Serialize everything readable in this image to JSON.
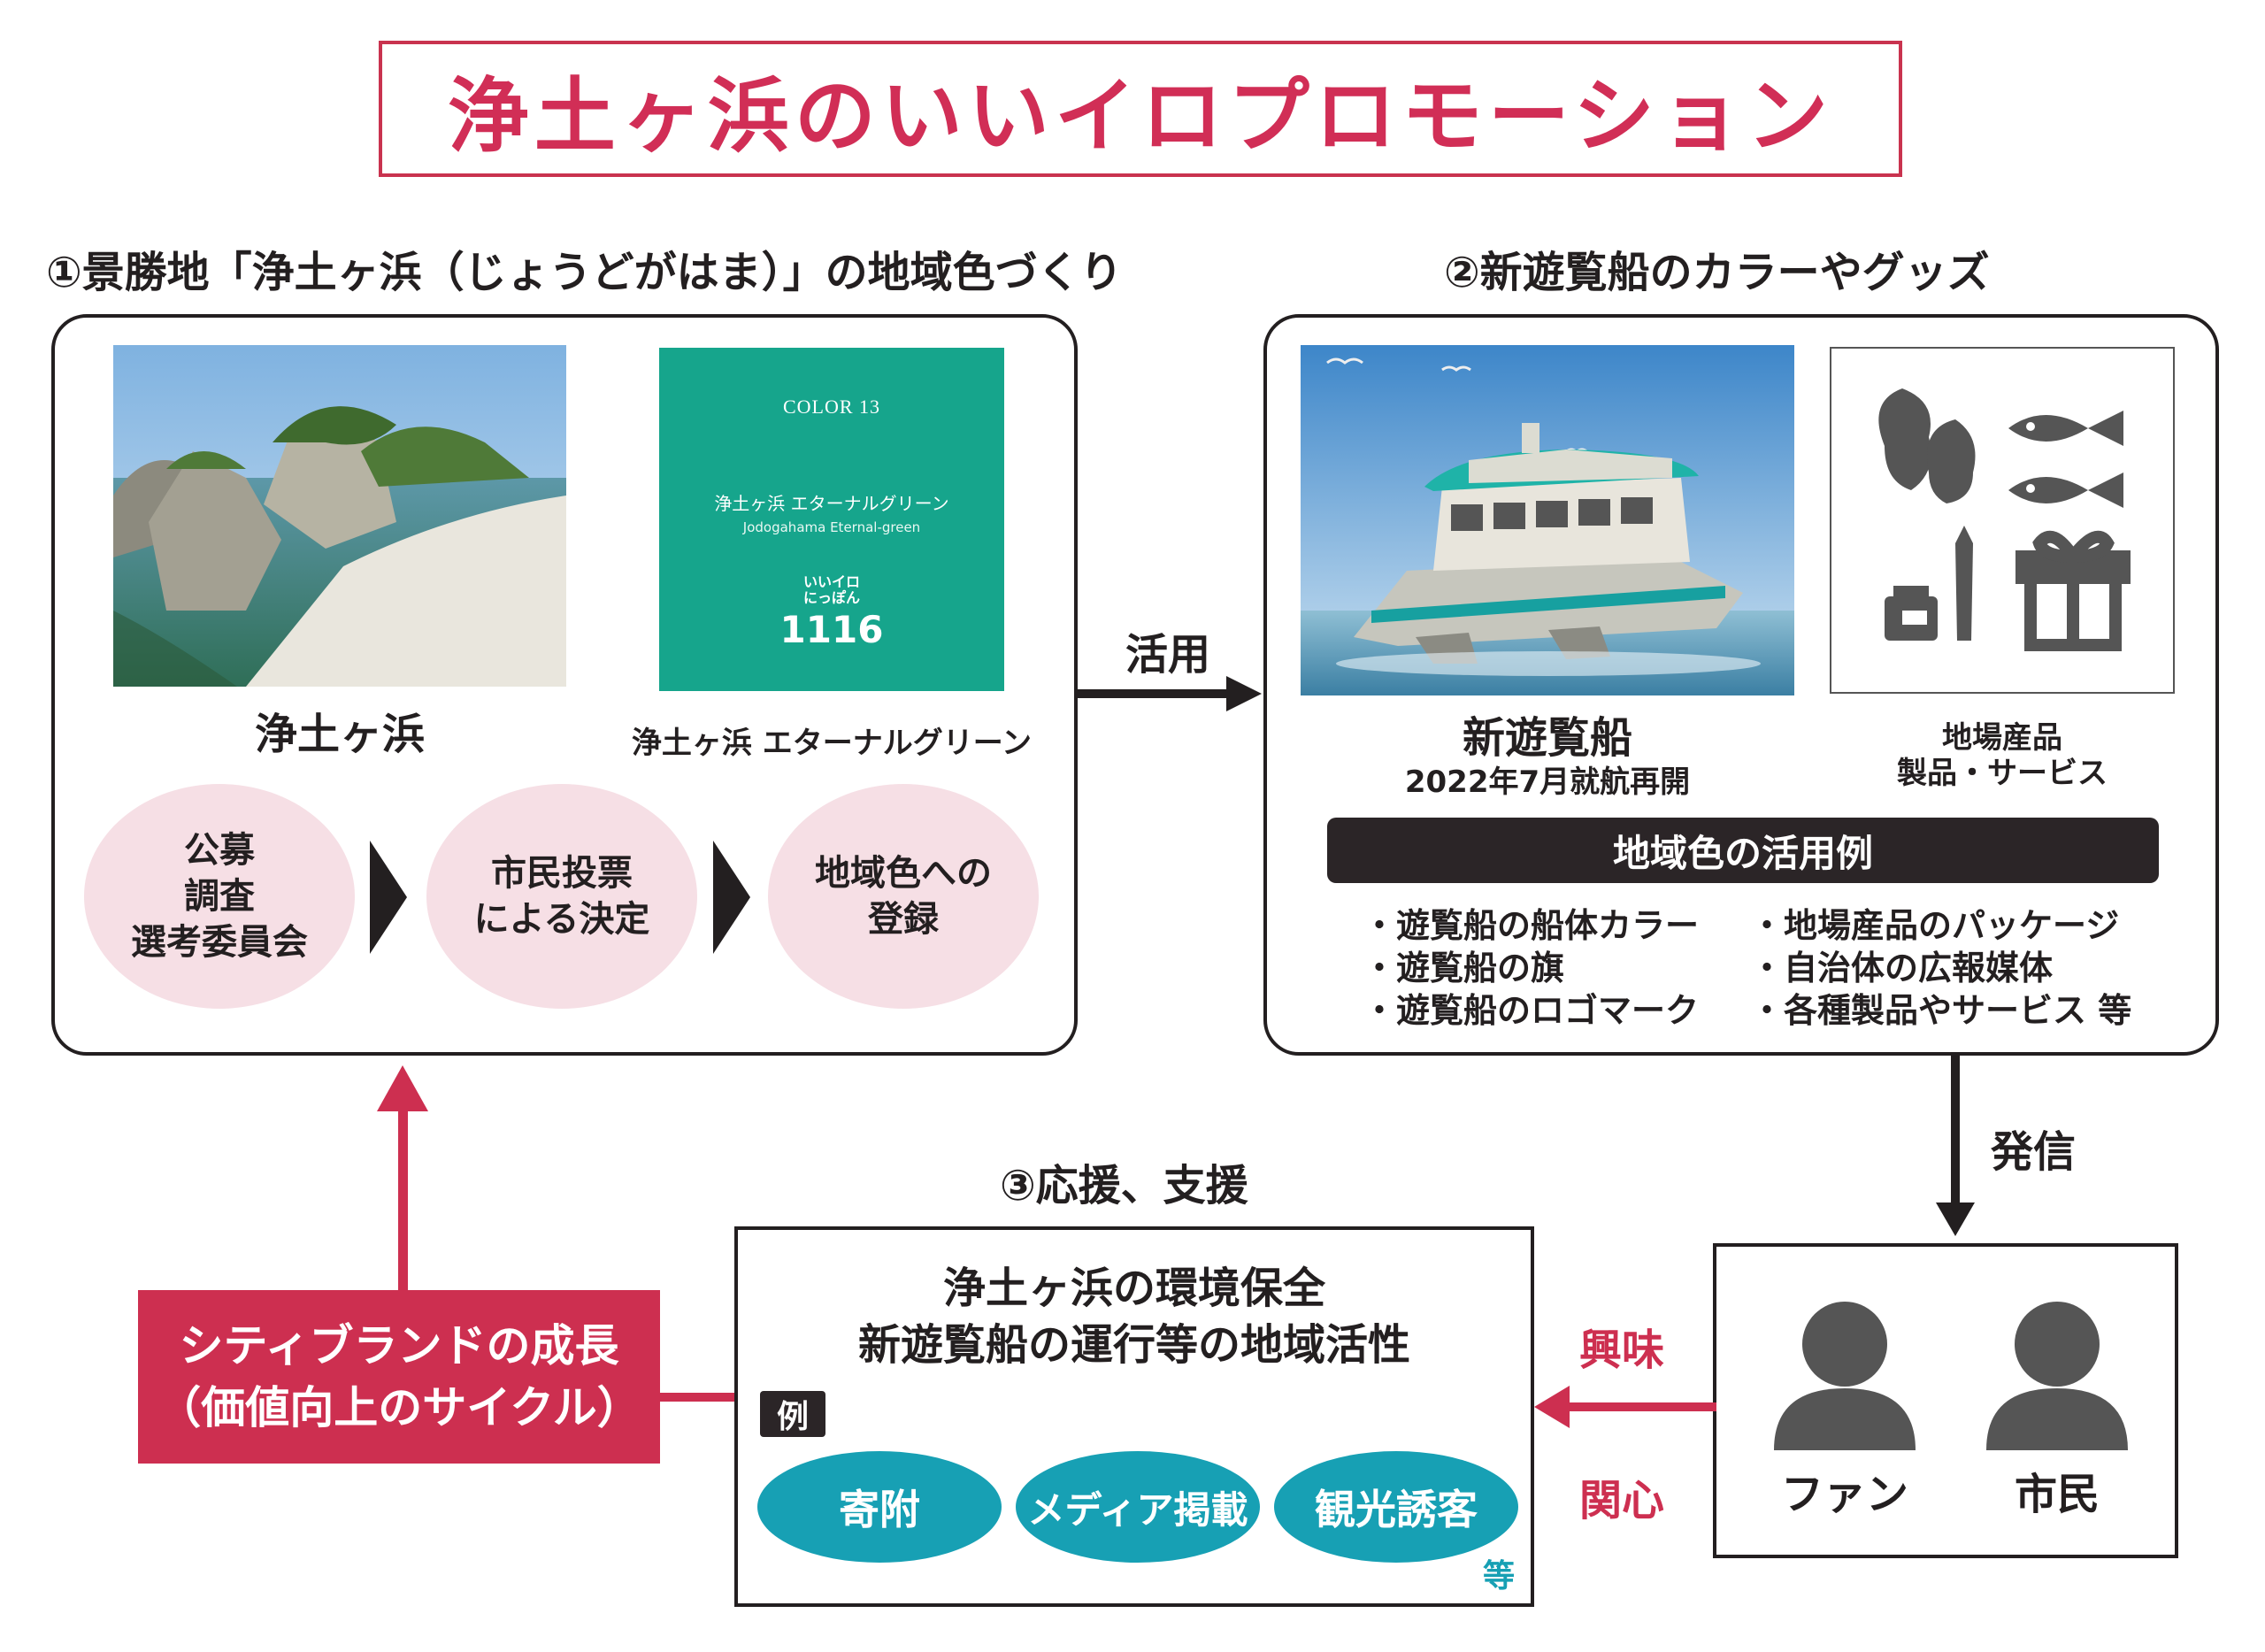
{
  "title": "浄土ヶ浜のいいイロプロモーション",
  "section1": {
    "heading": "①景勝地「浄土ヶ浜（じょうどがはま）」の地域色づくり",
    "photo_caption": "浄土ヶ浜",
    "color_card": {
      "color_label": "COLOR 13",
      "name_jp": "浄土ヶ浜 エターナルグリーン",
      "name_en": "Jodogahama Eternal-green",
      "logo_line1": "いいイロ",
      "logo_line2": "にっぽん",
      "logo_number": "1116",
      "color": "#16a58c"
    },
    "card_caption": "浄土ヶ浜 エターナルグリーン",
    "steps": [
      {
        "line1": "公募",
        "line2": "調査",
        "line3": "選考委員会"
      },
      {
        "line1": "市民投票",
        "line2": "による決定"
      },
      {
        "line1": "地域色への",
        "line2": "登録"
      }
    ]
  },
  "arrow_utilize": "活用",
  "section2": {
    "heading": "②新遊覧船のカラーやグッズ",
    "ship_caption": "新遊覧船",
    "ship_sub": "2022年7月就航再開",
    "products_caption_line1": "地場産品",
    "products_caption_line2": "製品・サービス",
    "examples_title": "地域色の活用例",
    "examples_left": [
      "・遊覧船の船体カラー",
      "・遊覧船の旗",
      "・遊覧船のロゴマーク"
    ],
    "examples_right": [
      "・地場産品のパッケージ",
      "・自治体の広報媒体",
      "・各種製品やサービス 等"
    ]
  },
  "arrow_send": "発信",
  "audience": {
    "fan": "ファン",
    "citizen": "市民"
  },
  "arrow_interest": "興味",
  "arrow_concern": "関心",
  "section3": {
    "heading": "③応援、支援",
    "line1": "浄土ヶ浜の環境保全",
    "line2": "新遊覧船の運行等の地域活性",
    "example_tag": "例",
    "ovals": [
      "寄附",
      "メディア掲載",
      "観光誘客"
    ],
    "etc": "等"
  },
  "brand_box": {
    "line1": "シティブランドの成長",
    "line2": "（価値向上のサイクル）"
  },
  "colors": {
    "accent_red": "#cd2f50",
    "cyan": "#17a0b4",
    "pink": "#f6dfe5",
    "dark": "#231f20"
  }
}
